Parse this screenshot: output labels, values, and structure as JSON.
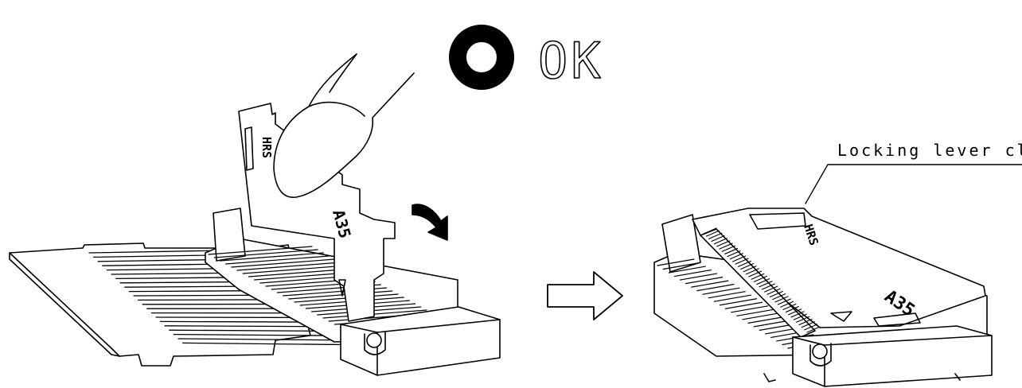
{
  "ok_mark": {
    "symbol": "O",
    "label": "OK"
  },
  "callout": {
    "text": "Locking lever close"
  },
  "markings": {
    "left_connector_mark": "A35",
    "left_connector_brand": "HRS",
    "right_connector_mark": "A35",
    "right_connector_brand": "HRS"
  },
  "colors": {
    "line": "#000000",
    "fill": "#ffffff"
  },
  "icons": {
    "rotate_arrow": "curved-arrow-down-right",
    "process_arrow": "hollow-arrow-right"
  }
}
